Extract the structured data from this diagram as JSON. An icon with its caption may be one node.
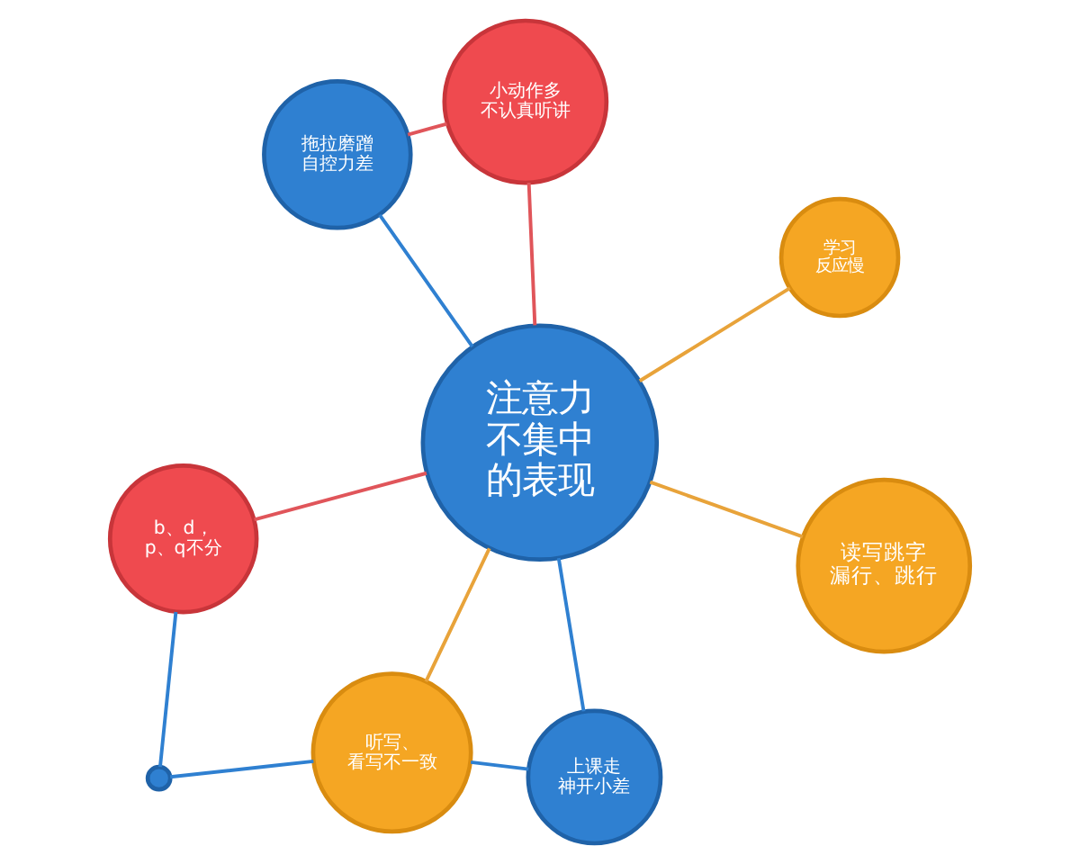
{
  "diagram": {
    "nodes": [
      {
        "text": [
          "注意力不集中的表现"
        ]
      },
      {
        "text": [
          "读写跳字漏行、跳行"
        ]
      },
      {
        "text": [
          "学习反应慢"
        ]
      },
      {
        "text": [
          "b、d，p、q不分"
        ]
      },
      {
        "text": [],
        "shape": "circle"
      },
      {
        "text": [
          "听写、看写不一致"
        ]
      },
      {
        "text": [
          "上课走神开小差"
        ]
      },
      {
        "text": [
          "小动作多不认真听讲"
        ]
      },
      {
        "text": [
          "拖拉磨蹭自控力差"
        ]
      }
    ],
    "edges": [
      {
        "from": 0,
        "to": 1,
        "arrow": "none",
        "color": "#e8a33a"
      },
      {
        "from": 0,
        "to": 2,
        "arrow": "none",
        "color": "#e8a33a"
      },
      {
        "from": 0,
        "to": 3,
        "arrow": "none",
        "color": "#e0555a"
      },
      {
        "from": 3,
        "to": 4,
        "arrow": "none"
      },
      {
        "from": 4,
        "to": 5,
        "arrow": "none"
      },
      {
        "from": 0,
        "to": 5,
        "arrow": "none",
        "color": "#e8a33a"
      },
      {
        "from": 0,
        "to": 6,
        "arrow": "none"
      },
      {
        "from": 5,
        "to": 6,
        "arrow": "none"
      },
      {
        "from": 0,
        "to": 7,
        "arrow": "none",
        "color": "#e0555a"
      },
      {
        "from": 0,
        "to": 8,
        "arrow": "none"
      },
      {
        "from": 8,
        "to": 7,
        "arrow": "none",
        "color": "#e0555a"
      }
    ]
  }
}
